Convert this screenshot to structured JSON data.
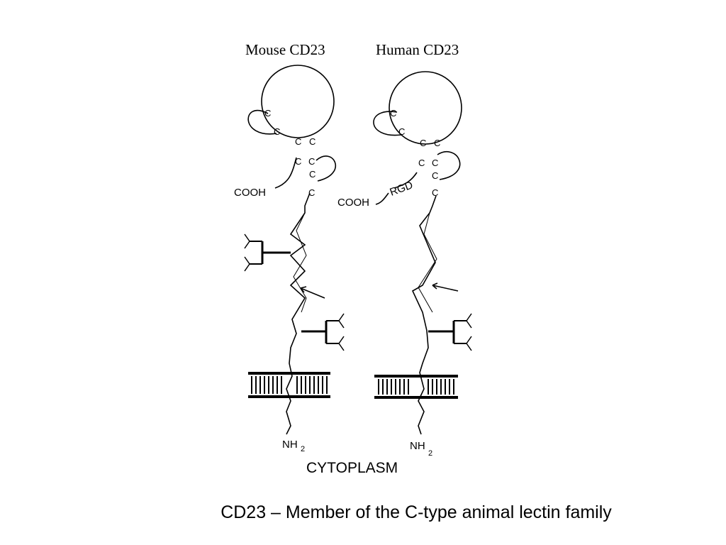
{
  "diagram": {
    "mouse_title": "Mouse CD23",
    "human_title": "Human CD23",
    "c": "C",
    "cooh": "COOH",
    "rgd": "RGD",
    "nh": "NH",
    "sub2": "2",
    "cytoplasm": "CYTOPLASM"
  },
  "caption": "CD23 – Member of the C-type animal lectin family"
}
